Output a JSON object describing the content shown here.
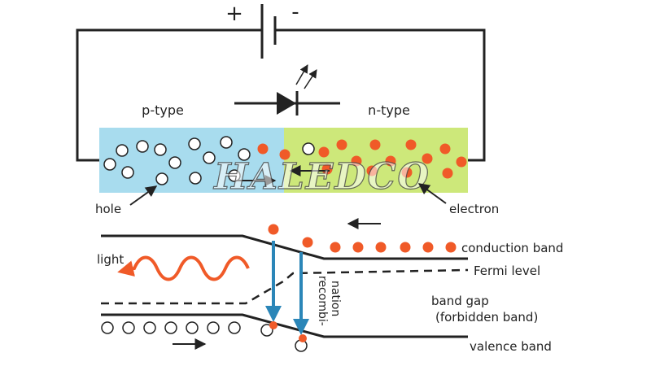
{
  "battery": {
    "plus": "+",
    "minus": "-"
  },
  "regions": {
    "p_label": "p-type",
    "n_label": "n-type"
  },
  "labels": {
    "hole": "hole",
    "electron": "electron",
    "light": "light",
    "conduction_band": "conduction band",
    "fermi_level": "Fermi level",
    "band_gap": "band gap",
    "forbidden_band": "(forbidden band)",
    "valence_band": "valence band",
    "recombi": "recombi-",
    "nation": "nation"
  },
  "watermark": "HALEDCO",
  "colors": {
    "p_region": "#a8dcee",
    "n_region": "#cde87a",
    "electron": "#f05a28",
    "hole_fill": "#ffffff",
    "wire": "#222222",
    "recomb_arrow": "#2b86b8",
    "light_wave": "#f05a28"
  }
}
